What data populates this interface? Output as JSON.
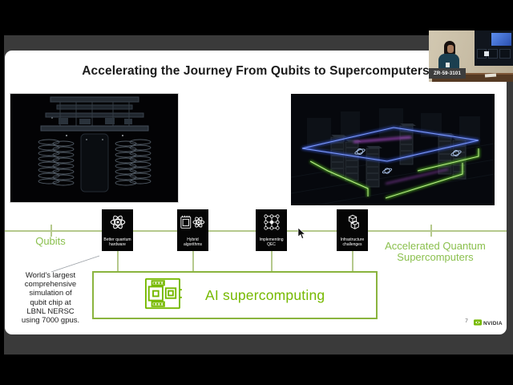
{
  "window": {
    "cam_label": "ZR-59-3101"
  },
  "slide": {
    "title": "Accelerating the Journey From Qubits to Supercomputers",
    "timeline": {
      "start_label": "Qubits",
      "end_label": "Accelerated Quantum Supercomputers",
      "milestones": [
        {
          "label": "Better quantum hardware",
          "icon": "atom-icon"
        },
        {
          "label": "Hybrid algorithms",
          "icon": "chip-atom-icon"
        },
        {
          "label": "Implementing QEC",
          "icon": "qec-lattice-icon"
        },
        {
          "label": "Infrastructure challenges",
          "icon": "cubes-stack-icon"
        }
      ]
    },
    "ai_box": {
      "label": "AI supercomputing",
      "icon": "gpu-chip-icon"
    },
    "annotation": "World's largest\ncomprehensive\nsimulation of\nqubit chip at\nLBNL NERSC\nusing 7000 gpus.",
    "footer": {
      "page_number": "7",
      "brand": "NVIDIA",
      "brand_icon": "nvidia-eye-icon"
    },
    "images": {
      "left": "quantum-dilution-refrigerator-photo",
      "right": "quantum-datacenter-render"
    }
  },
  "colors": {
    "nvidia_green": "#76b900",
    "label_green": "#8bc04e",
    "line_olive": "#b5c98c",
    "stage_gray": "#3a3a3a"
  }
}
